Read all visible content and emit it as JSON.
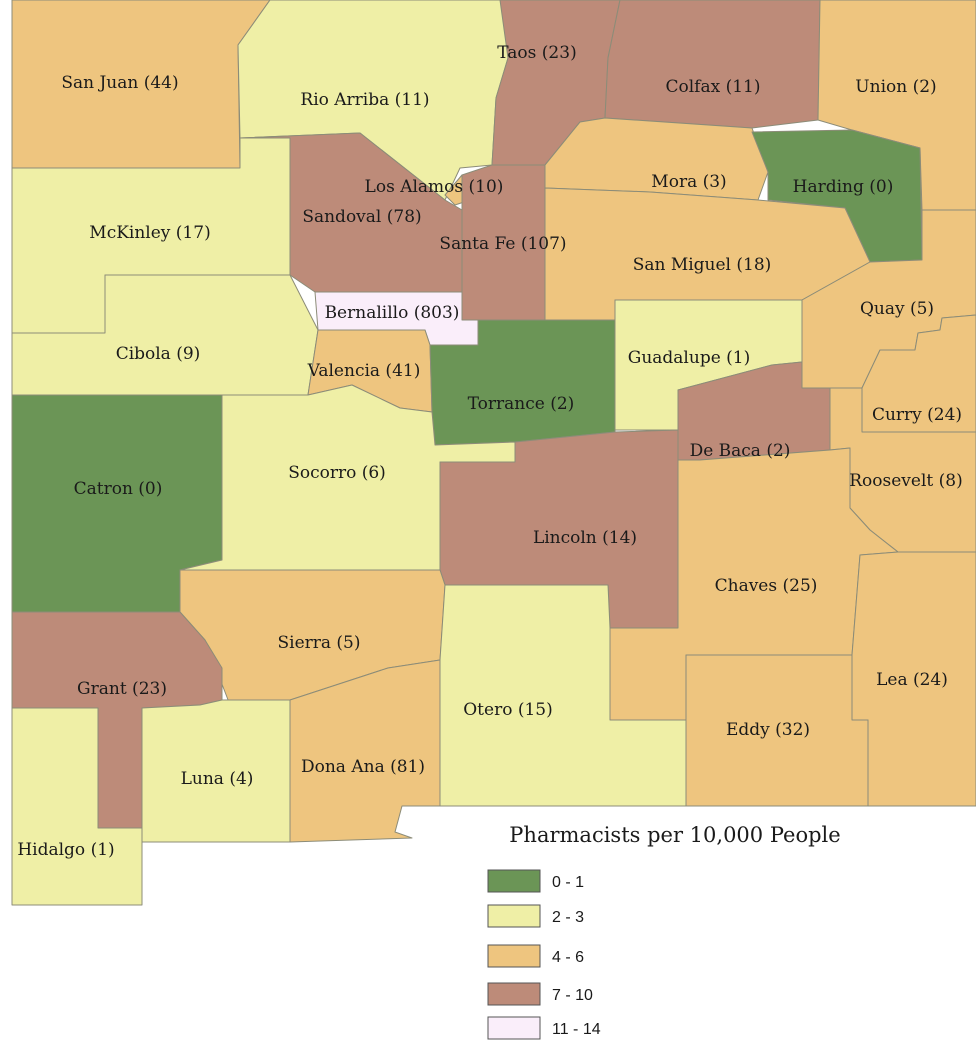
{
  "legend": {
    "title": "Pharmacists per 10,000 People",
    "classes": [
      {
        "label": "0 - 1",
        "color": "#6b9556"
      },
      {
        "label": "2 - 3",
        "color": "#efefa6"
      },
      {
        "label": "4 - 6",
        "color": "#eec57f"
      },
      {
        "label": "7 - 10",
        "color": "#bd8b79"
      },
      {
        "label": "11 - 14",
        "color": "#faeefa"
      }
    ]
  },
  "counties": [
    {
      "name": "San Juan",
      "label": "San Juan (44)",
      "class": 2
    },
    {
      "name": "Rio Arriba",
      "label": "Rio Arriba (11)",
      "class": 1
    },
    {
      "name": "Taos",
      "label": "Taos (23)",
      "class": 3
    },
    {
      "name": "Colfax",
      "label": "Colfax (11)",
      "class": 3
    },
    {
      "name": "Union",
      "label": "Union (2)",
      "class": 2
    },
    {
      "name": "Los Alamos",
      "label": "Los Alamos (10)",
      "class": 2
    },
    {
      "name": "Mora",
      "label": "Mora (3)",
      "class": 2
    },
    {
      "name": "Harding",
      "label": "Harding (0)",
      "class": 0
    },
    {
      "name": "McKinley",
      "label": "McKinley (17)",
      "class": 1
    },
    {
      "name": "Sandoval",
      "label": "Sandoval (78)",
      "class": 3
    },
    {
      "name": "Santa Fe",
      "label": "Santa Fe (107)",
      "class": 3
    },
    {
      "name": "San Miguel",
      "label": "San Miguel (18)",
      "class": 2
    },
    {
      "name": "Bernalillo",
      "label": "Bernalillo (803)",
      "class": 4
    },
    {
      "name": "Quay",
      "label": "Quay (5)",
      "class": 2
    },
    {
      "name": "Cibola",
      "label": "Cibola (9)",
      "class": 1
    },
    {
      "name": "Valencia",
      "label": "Valencia (41)",
      "class": 2
    },
    {
      "name": "Guadalupe",
      "label": "Guadalupe (1)",
      "class": 1
    },
    {
      "name": "Torrance",
      "label": "Torrance (2)",
      "class": 0
    },
    {
      "name": "Curry",
      "label": "Curry (24)",
      "class": 2
    },
    {
      "name": "De Baca",
      "label": "De Baca (2)",
      "class": 3
    },
    {
      "name": "Roosevelt",
      "label": "Roosevelt (8)",
      "class": 2
    },
    {
      "name": "Catron",
      "label": "Catron (0)",
      "class": 0
    },
    {
      "name": "Socorro",
      "label": "Socorro (6)",
      "class": 1
    },
    {
      "name": "Lincoln",
      "label": "Lincoln (14)",
      "class": 3
    },
    {
      "name": "Chaves",
      "label": "Chaves (25)",
      "class": 2
    },
    {
      "name": "Sierra",
      "label": "Sierra (5)",
      "class": 2
    },
    {
      "name": "Grant",
      "label": "Grant (23)",
      "class": 3
    },
    {
      "name": "Otero",
      "label": "Otero (15)",
      "class": 1
    },
    {
      "name": "Lea",
      "label": "Lea (24)",
      "class": 2
    },
    {
      "name": "Eddy",
      "label": "Eddy (32)",
      "class": 2
    },
    {
      "name": "Luna",
      "label": "Luna (4)",
      "class": 1
    },
    {
      "name": "Dona Ana",
      "label": "Dona Ana (81)",
      "class": 2
    },
    {
      "name": "Hidalgo",
      "label": "Hidalgo (1)",
      "class": 1
    }
  ]
}
